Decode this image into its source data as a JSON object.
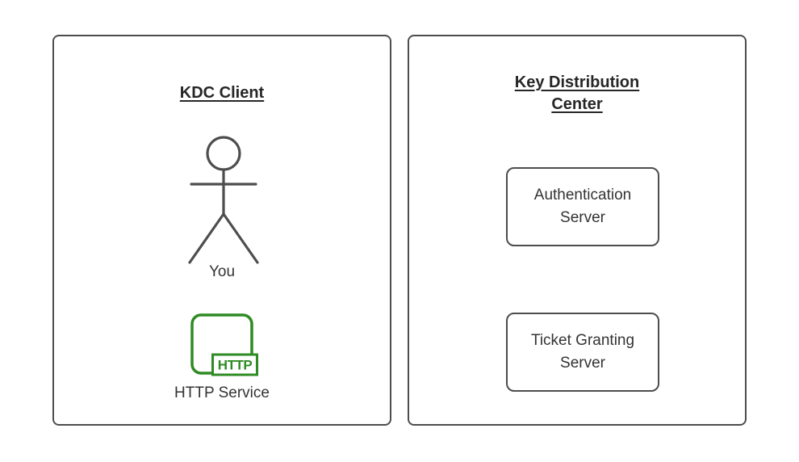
{
  "colors": {
    "stroke_gray": "#4d4d4d",
    "text_dark": "#333333",
    "title_dark": "#262626",
    "accent_green": "#2e8b23",
    "background": "#ffffff"
  },
  "diagram": {
    "left_panel": {
      "title": "KDC Client",
      "actor": {
        "icon": "stick-figure-person-icon",
        "label": "You"
      },
      "service": {
        "icon": "http-application-icon",
        "badge": "HTTP",
        "label": "HTTP Service"
      }
    },
    "right_panel": {
      "title": "Key Distribution Center",
      "boxes": [
        {
          "label": "Authentication Server"
        },
        {
          "label": "Ticket Granting Server"
        }
      ]
    }
  }
}
